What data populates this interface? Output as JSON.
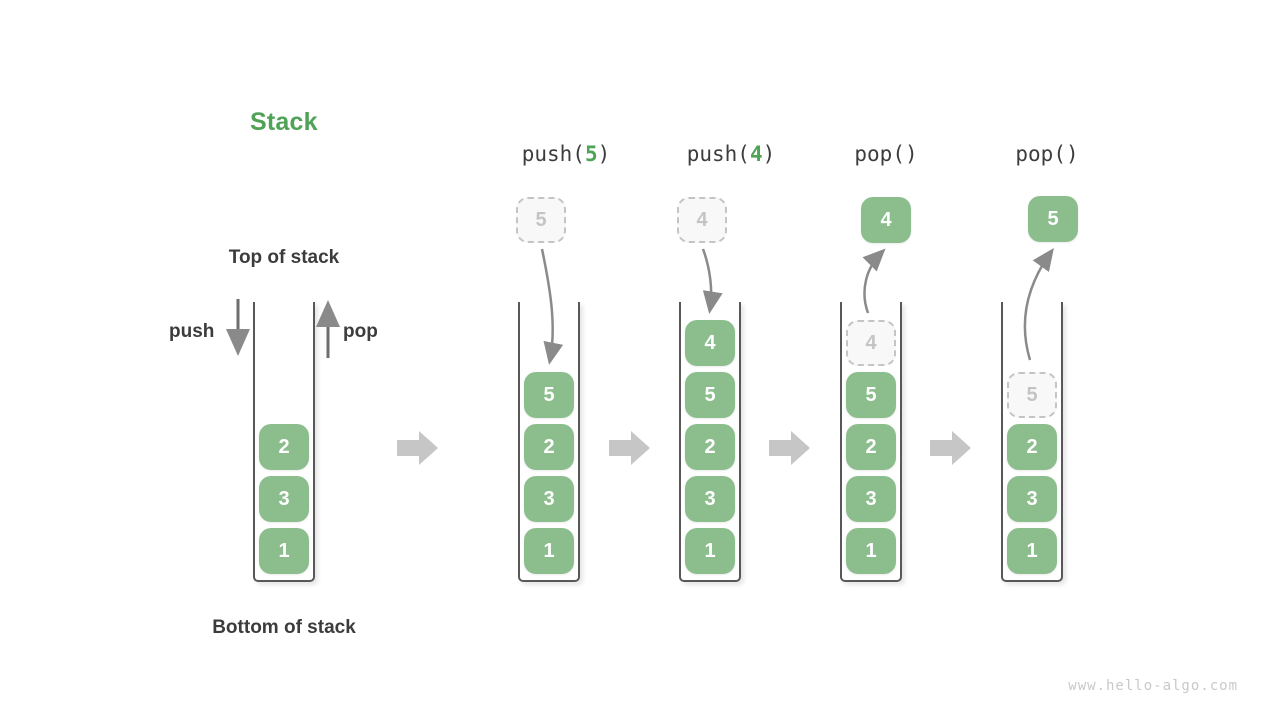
{
  "title": "Stack",
  "colors": {
    "accent_green": "#4fa357",
    "block_green": "#8CBE8D",
    "thin_arrow_gray": "#8a8a8a",
    "block_arrow_gray": "#c6c6c6",
    "ghost_gray": "#c4c4c4",
    "text_dark": "#3c3c3c",
    "watermark_gray": "#c9c9c9"
  },
  "side_labels": {
    "top": "Top of stack",
    "bottom": "Bottom of stack",
    "push": "push",
    "pop": "pop"
  },
  "operations": [
    {
      "prefix": "push(",
      "arg": "5",
      "suffix": ")",
      "box": {
        "value": "5",
        "style": "ghost"
      }
    },
    {
      "prefix": "push(",
      "arg": "4",
      "suffix": ")",
      "box": {
        "value": "4",
        "style": "ghost"
      }
    },
    {
      "prefix": "pop()",
      "arg": "",
      "suffix": "",
      "box": {
        "value": "4",
        "style": "solid"
      }
    },
    {
      "prefix": "pop()",
      "arg": "",
      "suffix": "",
      "box": {
        "value": "5",
        "style": "solid"
      }
    }
  ],
  "stacks": [
    {
      "items": [
        {
          "value": "2",
          "ghost": false
        },
        {
          "value": "3",
          "ghost": false
        },
        {
          "value": "1",
          "ghost": false
        }
      ]
    },
    {
      "items": [
        {
          "value": "5",
          "ghost": false
        },
        {
          "value": "2",
          "ghost": false
        },
        {
          "value": "3",
          "ghost": false
        },
        {
          "value": "1",
          "ghost": false
        }
      ]
    },
    {
      "items": [
        {
          "value": "4",
          "ghost": false
        },
        {
          "value": "5",
          "ghost": false
        },
        {
          "value": "2",
          "ghost": false
        },
        {
          "value": "3",
          "ghost": false
        },
        {
          "value": "1",
          "ghost": false
        }
      ]
    },
    {
      "items": [
        {
          "value": "4",
          "ghost": true
        },
        {
          "value": "5",
          "ghost": false
        },
        {
          "value": "2",
          "ghost": false
        },
        {
          "value": "3",
          "ghost": false
        },
        {
          "value": "1",
          "ghost": false
        }
      ]
    },
    {
      "items": [
        {
          "value": "5",
          "ghost": true
        },
        {
          "value": "2",
          "ghost": false
        },
        {
          "value": "3",
          "ghost": false
        },
        {
          "value": "1",
          "ghost": false
        }
      ]
    }
  ],
  "watermark": "www.hello-algo.com"
}
